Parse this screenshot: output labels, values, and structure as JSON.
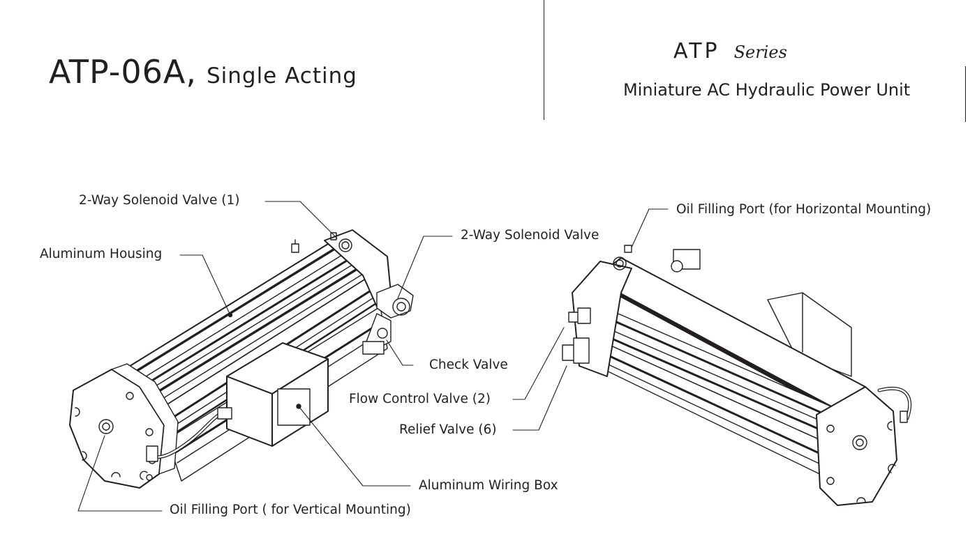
{
  "header": {
    "model": "ATP-06A,",
    "model_sub": "Single Acting",
    "series_brand": "ATP",
    "series_word": "Series",
    "series_desc": "Miniature AC Hydraulic Power Unit"
  },
  "callouts": {
    "solenoid_valve_1": "2-Way Solenoid Valve (1)",
    "aluminum_housing": "Aluminum Housing",
    "solenoid_valve": "2-Way Solenoid Valve",
    "check_valve": "Check Valve",
    "flow_control_valve": "Flow Control  Valve (2)",
    "relief_valve": "Relief  Valve (6)",
    "wiring_box": "Aluminum Wiring Box",
    "oil_port_vertical": "Oil Filling Port ( for Vertical Mounting)",
    "oil_port_horizontal": "Oil Filling Port (for Horizontal Mounting)"
  },
  "colors": {
    "ink": "#231f20",
    "background": "#ffffff"
  }
}
